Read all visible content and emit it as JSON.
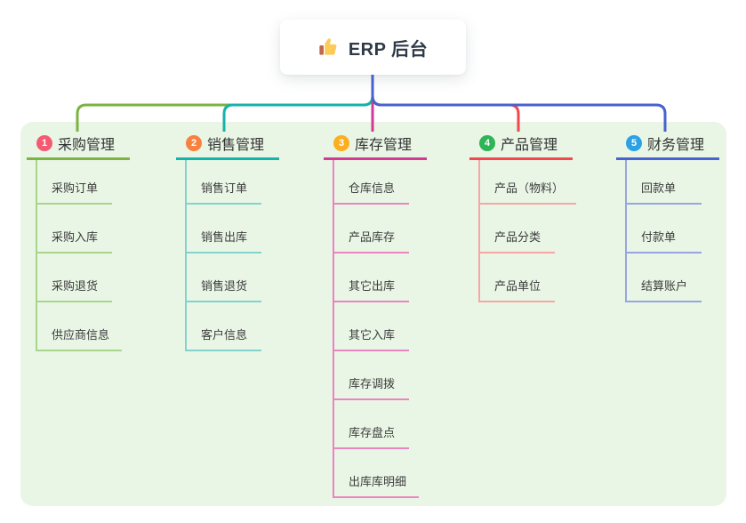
{
  "root": {
    "title": "ERP 后台",
    "icon": "thumbs-up-icon"
  },
  "colors": {
    "page_bg": "#ffffff",
    "board_bg": "#e9f6e6",
    "root_line": "#4a5fd0",
    "root_text": "#2e3a47",
    "child_text": "#3c3c3c"
  },
  "branches": [
    {
      "num": "1",
      "label": "采购管理",
      "color": "#7cb342",
      "light": "#a9d58a",
      "badge": "#f45b72",
      "children": [
        "采购订单",
        "采购入库",
        "采购退货",
        "供应商信息"
      ]
    },
    {
      "num": "2",
      "label": "销售管理",
      "color": "#16b3aa",
      "light": "#82d3cd",
      "badge": "#f9813f",
      "children": [
        "销售订单",
        "销售出库",
        "销售退货",
        "客户信息"
      ]
    },
    {
      "num": "3",
      "label": "库存管理",
      "color": "#d23a93",
      "light": "#ea85c1",
      "badge": "#fcaf1e",
      "children": [
        "仓库信息",
        "产品库存",
        "其它出库",
        "其它入库",
        "库存调拨",
        "库存盘点",
        "出库库明细"
      ]
    },
    {
      "num": "4",
      "label": "产品管理",
      "color": "#f4474d",
      "light": "#f8a6a4",
      "badge": "#2fb457",
      "children": [
        "产品（物料）",
        "产品分类",
        "产品单位"
      ]
    },
    {
      "num": "5",
      "label": "财务管理",
      "color": "#4663d0",
      "light": "#97a6e0",
      "badge": "#2ba2e6",
      "children": [
        "回款单",
        "付款单",
        "结算账户"
      ]
    }
  ]
}
